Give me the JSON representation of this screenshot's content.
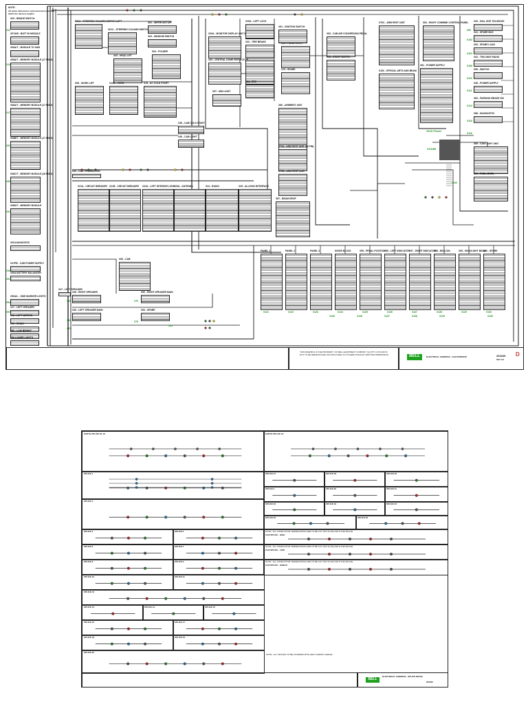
{
  "sheet1": {
    "note_title": "NOTE :",
    "note_text": "All splice dimensions referenced and positions within the harness lengths.",
    "blocks_left": [
      {
        "name": "X09 - BRAKE SWITCH"
      },
      {
        "name": "X07A/B - BATT IN MODULE"
      },
      {
        "name": "X06A/T - MODULE TO SAB"
      },
      {
        "name": "X08A/T - MEMORY MODULE (17 PIN-S)"
      },
      {
        "name": "X08A/T - MEMORY MODULE (17 PIN-S)"
      },
      {
        "name": "X08B/T - MEMORY MODULE (17 PIN-S)"
      },
      {
        "name": "X08C/T - MEMORY MODULE (18 PIN-S)"
      },
      {
        "name": "X08D/T - MEMORY MODULE"
      },
      {
        "name": "X09-DIAGNOSTIC"
      },
      {
        "name": "X47PB - CAB POWER SUPPLY"
      },
      {
        "name": "X30A BATTERY BALANCER"
      },
      {
        "name": "X90A/L - SIDE MARKER LIGHTS"
      },
      {
        "name": "X17 - LEFT SPEAKER"
      },
      {
        "name": "X18 - LEFT MIRROR"
      },
      {
        "name": "X96 - DRAIN"
      },
      {
        "name": "X85 - LOW BRIGHT"
      },
      {
        "name": "X96 LOWER LIGHTS"
      }
    ],
    "blocks_top": [
      {
        "name": "X01A - STEERING COLUMN SWITCH LEFT"
      },
      {
        "name": "X01C - STEERING COLUMN SWITCH RIGHT"
      },
      {
        "name": "X02 - WIPER MOTOR"
      },
      {
        "name": "X03 - WINDOW SWITCH"
      },
      {
        "name": "X05 - HEAD LIFT"
      },
      {
        "name": "X04 - FOLDER"
      },
      {
        "name": "X06 - WORK LIFT"
      },
      {
        "name": "X12A - HORN"
      },
      {
        "name": "X15 - AC COLD START"
      },
      {
        "name": "X20A - MONITOR DISPLAY UNIT IN THE CAB"
      },
      {
        "name": "X29A - LEFT LOCK"
      },
      {
        "name": "X31 - SPARE"
      },
      {
        "name": "X34 - ETC"
      },
      {
        "name": "X35 - CENTRAL DOME REFLECTOR"
      },
      {
        "name": "X57 - MID LIGHT"
      },
      {
        "name": "X32 - TIRE BRAKE"
      },
      {
        "name": "X40 - PANEL LIGHT"
      },
      {
        "name": "X51 - IGNITION SWITCH"
      },
      {
        "name": "X53 - CAB AIR CONVERSION PEDAL"
      },
      {
        "name": "X08 - START SWITCH"
      },
      {
        "name": "X75 - SPARE"
      },
      {
        "name": "X80 - ARMREST UNIT"
      },
      {
        "name": "X70A - ARM REST UNIT (24 PIN)"
      },
      {
        "name": "X70B - ARM REST UNIT"
      },
      {
        "name": "X70C - ARM REST UNIT"
      },
      {
        "name": "X100 - SPECIAL ARTS AND BEAM"
      },
      {
        "name": "X61 - POWER SUPPLY"
      },
      {
        "name": "X62 - RIGHT COMBINE CONTROL PANEL"
      },
      {
        "name": "X87 - BEAM DROP"
      }
    ],
    "blocks_mid": [
      {
        "name": "X21A - CIRCUIT BREAKER"
      },
      {
        "name": "X21B - CIRCUIT BREAKER"
      },
      {
        "name": "X22A - LEFT INTERIOR LIGHT"
      },
      {
        "name": "X23A - ANTENNA"
      },
      {
        "name": "X24 - RADIO"
      },
      {
        "name": "X25 - ALLISON INTERFACE"
      },
      {
        "name": "X44 - CAN TERMINATION"
      },
      {
        "name": "X50 - CAB"
      },
      {
        "name": "X45 - CAB COLD START"
      },
      {
        "name": "X46 - CAB LIGHT"
      },
      {
        "name": "X47 - LEFT SPEAKER"
      },
      {
        "name": "X48 - RIGHT SPEAKER"
      },
      {
        "name": "X49 - LEFT SPEAKER MAIN"
      },
      {
        "name": "X52 - RIGHT SPEAKER MAIN"
      },
      {
        "name": "X54 - SPARE"
      }
    ],
    "blocks_right": [
      {
        "name": "X30 - DIAL UNIT SOLENOID"
      },
      {
        "name": "X41 - SPARE BUS"
      },
      {
        "name": "X53 - SPARE LOAD"
      },
      {
        "name": "X42 - TWO-WAY RADIO"
      },
      {
        "name": "X55 - SWITCH"
      },
      {
        "name": "X38 - POWER SUPPLY"
      },
      {
        "name": "X83 - PARKING BRAKE SW"
      },
      {
        "name": "X88 - DIAGNOSTIC"
      },
      {
        "name": "X89 - CAN LIGHT UNIT"
      },
      {
        "name": "X91 - FUEL LEVEL"
      }
    ],
    "bottom_row": [
      {
        "name": "PANEL 1",
        "ref": "X121"
      },
      {
        "name": "PANEL 2",
        "ref": "X122"
      },
      {
        "name": "PANEL 3",
        "ref": "X123"
      },
      {
        "name": "DIODE BLOCK",
        "ref": "X124"
      },
      {
        "name": "X55 - PEDAL POSITION",
        "ref": "X125"
      },
      {
        "name": "X56 - LEFT INDICATOR",
        "ref": "X126"
      },
      {
        "name": "X57 - RIGHT INDICATOR",
        "ref": "X127"
      },
      {
        "name": "X58 - BEACON",
        "ref": "X128"
      },
      {
        "name": "X59 - HEADLIGHT BEAM",
        "ref": "X129"
      },
      {
        "name": "X60 - SPARE",
        "ref": "X130"
      }
    ],
    "green_labels": [
      "X12",
      "X14",
      "X17",
      "X31",
      "X33",
      "X41",
      "X45",
      "X51",
      "X54",
      "X57",
      "X61",
      "X62",
      "X67",
      "X70",
      "X79",
      "X81",
      "X90",
      "X102",
      "X104",
      "X106",
      "X110",
      "X111",
      "X113",
      "X115",
      "X116",
      "X120",
      "X125",
      "X126",
      "X127",
      "X128",
      "X129",
      "X130"
    ],
    "power_label": "X110 Power",
    "fuse_label": "X1G4B",
    "title_block": {
      "company": "BELL",
      "drawing_title": "ELECTRICAL HARNESS - CAB INTERIOR",
      "drawing_no": "204345",
      "sheet": "SHT 1/2",
      "rev": "D",
      "copyright": "THIS DRAWING IS THE PROPERTY OF BELL EQUIPMENT COMPANY SA (PTY) LTD AND IS NOT TO BE REPRODUCED OR DISCLOSED TO OTHERS WITHOUT WRITTEN PERMISSION."
    }
  },
  "sheet2": {
    "sections": [
      {
        "name": "EARTH SPLICE E1-16"
      },
      {
        "name": "EARTH SPLICE E4"
      },
      {
        "name": "SPLICE 1"
      },
      {
        "name": "SPLICE 27"
      },
      {
        "name": "SPLICE 28"
      },
      {
        "name": "SPLICE 29"
      },
      {
        "name": "SPLICE 2"
      },
      {
        "name": "SPLICE 30"
      },
      {
        "name": "SPLICE 31"
      },
      {
        "name": "SPLICE 32"
      },
      {
        "name": "SPLICE 33"
      },
      {
        "name": "SPLICE 34"
      },
      {
        "name": "SPLICE 3"
      },
      {
        "name": "SPLICE 35"
      },
      {
        "name": "SPLICE 36"
      },
      {
        "name": "SPLICE 4"
      },
      {
        "name": "SPLICE 5"
      },
      {
        "name": "SPLICE 6"
      },
      {
        "name": "SPLICE 7"
      },
      {
        "name": "SPLICE 8"
      },
      {
        "name": "SPLICE 9"
      },
      {
        "name": "SPLICE 10"
      },
      {
        "name": "SPLICE 11"
      },
      {
        "name": "SPLICE 12"
      },
      {
        "name": "SPLICE 13"
      },
      {
        "name": "SPLICE 14"
      },
      {
        "name": "SPLICE 15"
      },
      {
        "name": "SPLICE 16"
      },
      {
        "name": "SPLICE 17"
      },
      {
        "name": "SPLICE 18"
      },
      {
        "name": "SPLICE 19"
      },
      {
        "name": "SPLICE 20"
      }
    ],
    "can_notes": [
      {
        "title": "CAN SPLICE - HIGH",
        "note": "NOTE : ALL CONDUCTOR TERMINATIONS ARE TO BE CUT OFF FLUSH WITH THE SPLICE."
      },
      {
        "title": "CAN SPLICE - LOW",
        "note": "NOTE : ALL CONDUCTOR TERMINATIONS ARE TO BE CUT OFF FLUSH WITH THE SPLICE."
      },
      {
        "title": "CAN SPLICE - SHIELD",
        "note": "NOTE : ALL CONDUCTOR TERMINATIONS ARE TO BE CUT OFF FLUSH WITH THE SPLICE."
      }
    ],
    "footer_note": "NOTE : ALL SPLICES TO BE COVERED WITH HEAT SHRINK SLEEVE.",
    "title_block": {
      "company": "BELL",
      "drawing_title": "ELECTRICAL HARNESS - SPLICE DETAIL",
      "drawing_no": "204345",
      "sheet": "SHT 2/2"
    }
  },
  "colors": {
    "accent_green": "#1ea11e",
    "splice_red": "#b0262a",
    "splice_green": "#2a7d2a",
    "splice_blue": "#2a6f9e",
    "splice_yellow": "#d6c21a"
  }
}
